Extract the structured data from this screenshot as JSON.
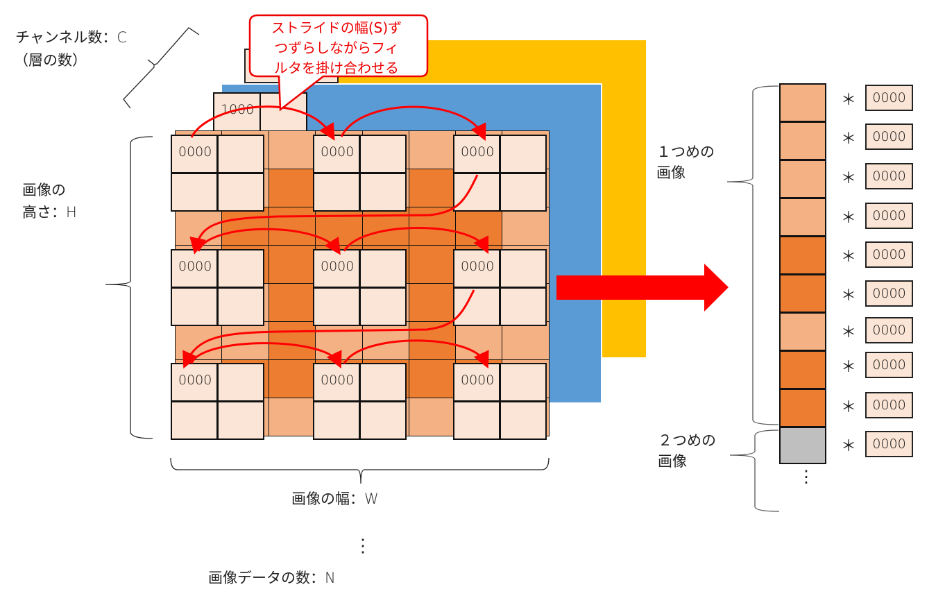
{
  "labels": {
    "channels": "チャンネル数：C",
    "channels_sub": "（層の数）",
    "height": "画像の\n高さ：H",
    "width": "画像の幅：W",
    "num_images": "画像データの数：N",
    "first_image": "１つめの\n画像",
    "second_image": "２つめの\n画像",
    "ellipsis_v": "⋮"
  },
  "callout": {
    "text": "ストライドの幅(S)ず\nつずらしながらフィ\nルタを掛け合わせる"
  },
  "layers": {
    "yellow": "#ffc000",
    "blue": "#5b9bd5"
  },
  "colors": {
    "light_orange": "#f4b183",
    "dark_orange": "#ed7d31",
    "filter_fill": "#fbe5d6",
    "gray": "#bfbfbf",
    "arrow": "#ff0000",
    "callout_border": "#ee0000"
  },
  "filter_back": {
    "value": "1000"
  },
  "filters": [
    {
      "value": "0000"
    },
    {
      "value": "0000"
    },
    {
      "value": "0000"
    },
    {
      "value": "0000"
    },
    {
      "value": "0000"
    },
    {
      "value": "0000"
    },
    {
      "value": "0000"
    },
    {
      "value": "0000"
    },
    {
      "value": "0000"
    }
  ],
  "grid": {
    "rows": [
      [
        "L",
        "L",
        "L",
        "L",
        "L",
        "L",
        "L",
        "L"
      ],
      [
        "L",
        "L",
        "D",
        "L",
        "L",
        "D",
        "L",
        "L"
      ],
      [
        "L",
        "D",
        "D",
        "D",
        "D",
        "D",
        "D",
        "L"
      ],
      [
        "L",
        "D",
        "D",
        "D",
        "D",
        "D",
        "D",
        "L"
      ],
      [
        "L",
        "L",
        "D",
        "L",
        "L",
        "D",
        "L",
        "L"
      ],
      [
        "L",
        "L",
        "D",
        "L",
        "L",
        "D",
        "L",
        "L"
      ],
      [
        "L",
        "D",
        "D",
        "D",
        "D",
        "D",
        "D",
        "L"
      ],
      [
        "L",
        "L",
        "L",
        "L",
        "L",
        "L",
        "L",
        "L"
      ]
    ]
  },
  "flattened": {
    "cells": [
      "L",
      "L",
      "L",
      "L",
      "D",
      "D",
      "L",
      "D",
      "D",
      "G"
    ],
    "values": [
      "0000",
      "0000",
      "0000",
      "0000",
      "0000",
      "0000",
      "0000",
      "0000",
      "0000",
      "0000"
    ],
    "multiply_symbol": "＊"
  }
}
